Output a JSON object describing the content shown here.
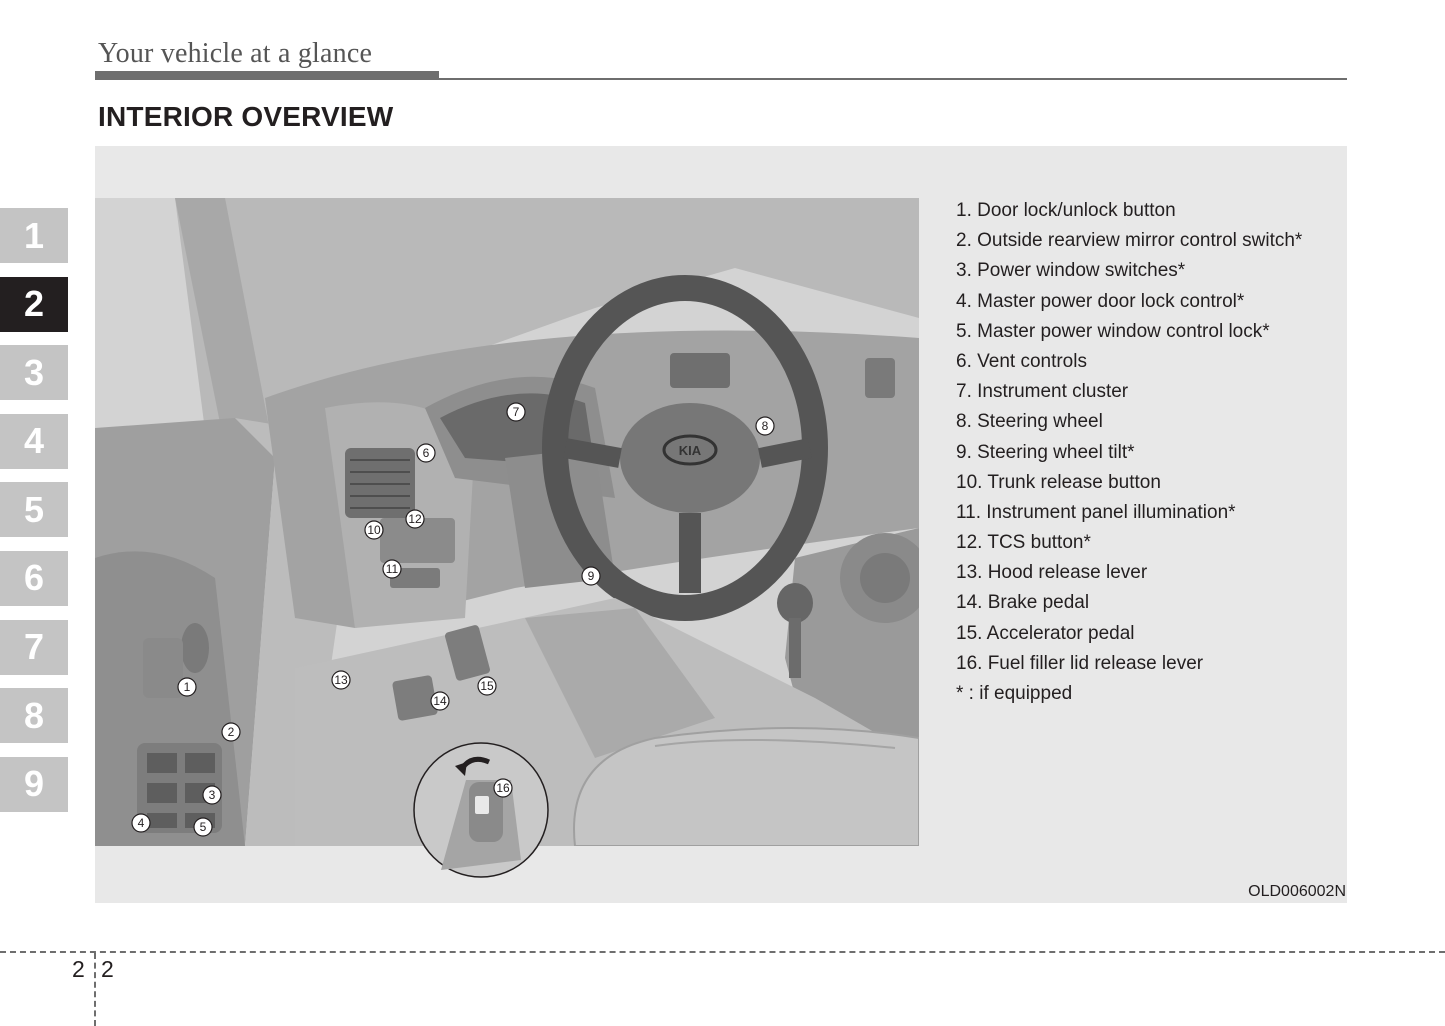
{
  "header": {
    "title": "Your vehicle at a glance"
  },
  "section": {
    "title": "INTERIOR OVERVIEW"
  },
  "chapter_tabs": [
    "1",
    "2",
    "3",
    "4",
    "5",
    "6",
    "7",
    "8",
    "9"
  ],
  "active_tab": "2",
  "legend": [
    "1. Door lock/unlock button",
    "2. Outside rearview mirror control switch*",
    "3. Power window switches*",
    "4. Master power door lock control*",
    "5. Master power window control lock*",
    "6. Vent controls",
    "7. Instrument cluster",
    "8. Steering wheel",
    "9. Steering wheel tilt*",
    "10. Trunk release button",
    "11. Instrument panel illumination*",
    "12. TCS button*",
    "13. Hood release lever",
    "14. Brake pedal",
    "15. Accelerator pedal",
    "16. Fuel filler lid release lever",
    "* : if equipped"
  ],
  "callouts": [
    "1",
    "2",
    "3",
    "4",
    "5",
    "6",
    "7",
    "8",
    "9",
    "10",
    "11",
    "12",
    "13",
    "14",
    "15",
    "16"
  ],
  "image_code": "OLD006002N",
  "footer": {
    "page_section": "2",
    "page_number": "2"
  }
}
